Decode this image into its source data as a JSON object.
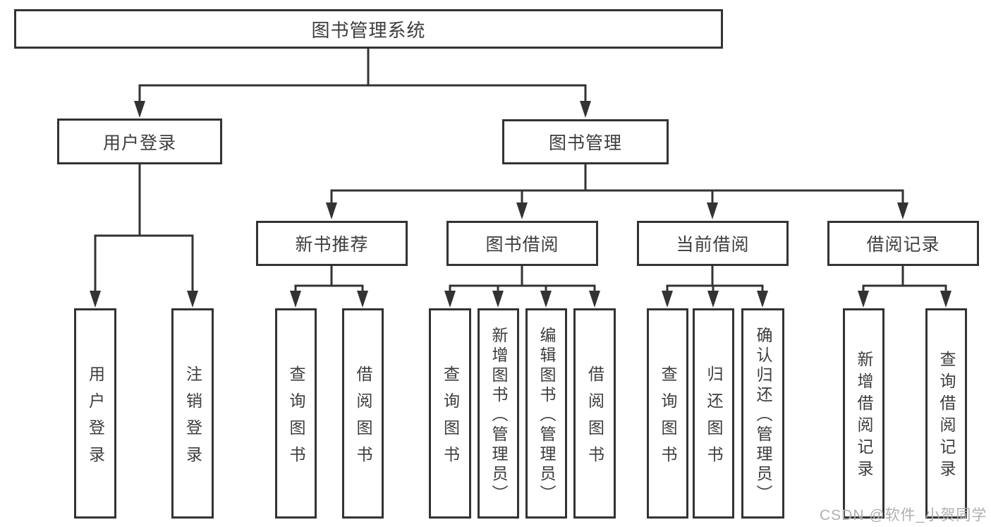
{
  "colors": {
    "line": "#333333",
    "text": "#3d3d3d",
    "background": "#ffffff",
    "watermark": "#b0b0b0"
  },
  "diagram_type": "hierarchy-tree",
  "tree": {
    "label": "图书管理系统",
    "children": [
      {
        "label": "用户登录",
        "children": [
          {
            "label": "用户登录"
          },
          {
            "label": "注销登录"
          }
        ]
      },
      {
        "label": "图书管理",
        "children": [
          {
            "label": "新书推荐",
            "children": [
              {
                "label": "查询图书"
              },
              {
                "label": "借阅图书"
              }
            ]
          },
          {
            "label": "图书借阅",
            "children": [
              {
                "label": "查询图书"
              },
              {
                "label": "新增图书（管理员）"
              },
              {
                "label": "编辑图书（管理员）"
              },
              {
                "label": "借阅图书"
              }
            ]
          },
          {
            "label": "当前借阅",
            "children": [
              {
                "label": "查询图书"
              },
              {
                "label": "归还图书"
              },
              {
                "label": "确认归还（管理员）"
              }
            ]
          },
          {
            "label": "借阅记录",
            "children": [
              {
                "label": "新增借阅记录"
              },
              {
                "label": "查询借阅记录"
              }
            ]
          }
        ]
      }
    ]
  },
  "watermark": {
    "text": "CSDN @软件_小贺同学"
  }
}
